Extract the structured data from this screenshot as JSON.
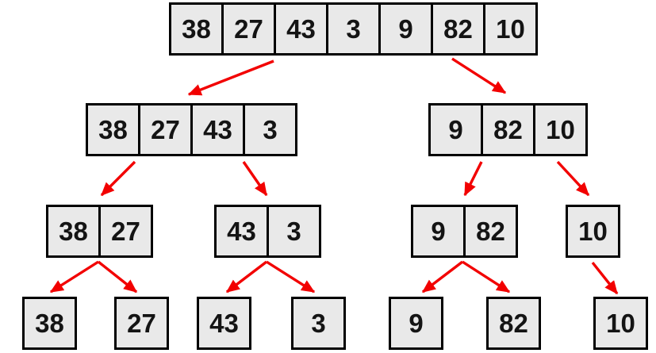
{
  "colors": {
    "background": "#ffffff",
    "cell_fill": "#e9e9e9",
    "cell_border": "#000000",
    "arrow": "#f20000",
    "text": "#141414"
  },
  "tree": {
    "levels": [
      {
        "nodes": [
          {
            "cells": [
              "38",
              "27",
              "43",
              "3",
              "9",
              "82",
              "10"
            ]
          }
        ]
      },
      {
        "nodes": [
          {
            "cells": [
              "38",
              "27",
              "43",
              "3"
            ]
          },
          {
            "cells": [
              "9",
              "82",
              "10"
            ]
          }
        ]
      },
      {
        "nodes": [
          {
            "cells": [
              "38",
              "27"
            ]
          },
          {
            "cells": [
              "43",
              "3"
            ]
          },
          {
            "cells": [
              "9",
              "82"
            ]
          },
          {
            "cells": [
              "10"
            ]
          }
        ]
      },
      {
        "nodes": [
          {
            "cells": [
              "38"
            ]
          },
          {
            "cells": [
              "27"
            ]
          },
          {
            "cells": [
              "43"
            ]
          },
          {
            "cells": [
              "3"
            ]
          },
          {
            "cells": [
              "9"
            ]
          },
          {
            "cells": [
              "82"
            ]
          },
          {
            "cells": [
              "10"
            ]
          }
        ]
      }
    ]
  }
}
